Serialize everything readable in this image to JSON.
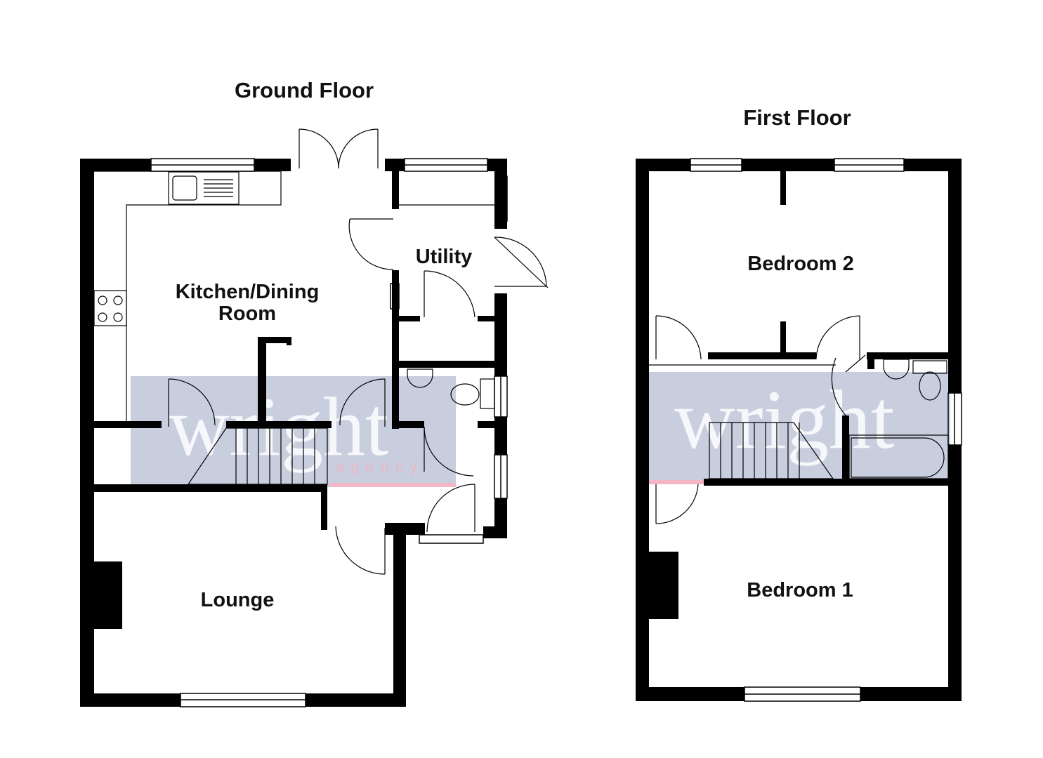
{
  "titles": {
    "ground": "Ground Floor",
    "first": "First Floor"
  },
  "rooms": {
    "kitchen_line1": "Kitchen/Dining",
    "kitchen_line2": "Room",
    "utility": "Utility",
    "lounge": "Lounge",
    "bedroom2": "Bedroom 2",
    "bedroom1": "Bedroom 1"
  },
  "watermark": {
    "word": "wright",
    "sub": "agency"
  },
  "colors": {
    "wall": "#000000",
    "watermark_band": "#c9cedf",
    "accent_line": "#f2b6c4"
  }
}
